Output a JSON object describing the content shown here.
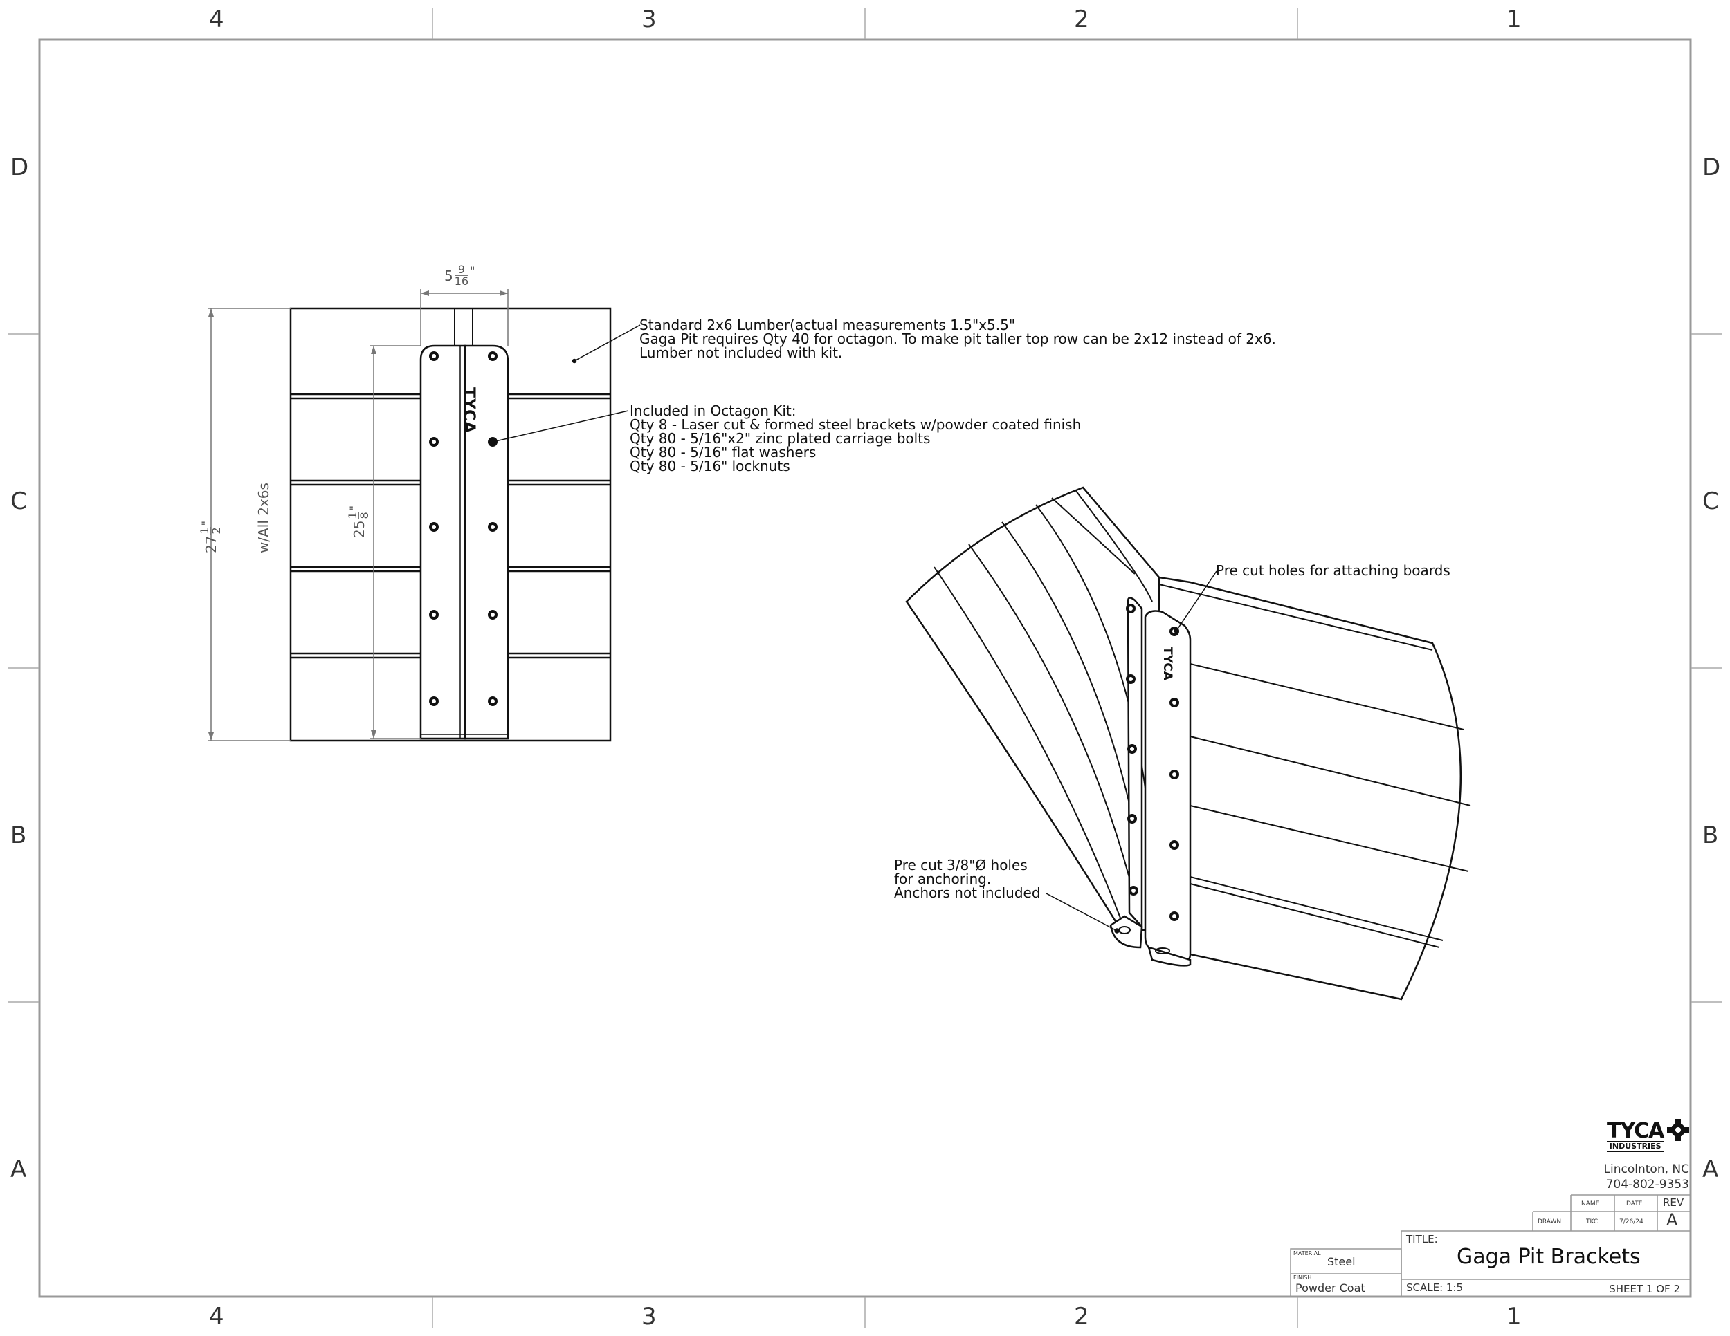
{
  "zones": {
    "columns": [
      "4",
      "3",
      "2",
      "1"
    ],
    "rows": [
      "D",
      "C",
      "B",
      "A"
    ]
  },
  "notes": {
    "lumber": {
      "line1": "Standard 2x6 Lumber(actual measurements 1.5\"x5.5\"",
      "line2": "Gaga Pit requires Qty 40 for octagon. To make pit taller top row can be 2x12 instead of 2x6.",
      "line3": "Lumber not included with kit."
    },
    "kit": {
      "line1": "Included in Octagon Kit:",
      "line2": "Qty 8 - Laser cut & formed steel brackets w/powder coated finish",
      "line3": "Qty 80 - 5/16\"x2\" zinc plated carriage bolts",
      "line4": "Qty 80 - 5/16\" flat washers",
      "line5": "Qty 80 - 5/16\" locknuts"
    },
    "holes": "Pre cut holes for attaching boards",
    "anchor": {
      "line1": "Pre cut 3/8\"Ø holes",
      "line2": "for anchoring.",
      "line3": "Anchors not included"
    }
  },
  "dimensions": {
    "width": {
      "whole": "5",
      "num": "9",
      "den": "16",
      "unit": "\""
    },
    "overall": {
      "whole": "27",
      "num": "1",
      "den": "2",
      "unit": "\"",
      "suffix": "w/All 2x6s"
    },
    "bracket": {
      "whole": "25",
      "num": "1",
      "den": "8",
      "unit": "\""
    }
  },
  "brand": {
    "logo_text": "TYCA",
    "logo_sub": "INDUSTRIES",
    "bracket_mark": "TYCA",
    "city": "Lincolnton, NC",
    "phone": "704-802-9353"
  },
  "title_block": {
    "name_header": "NAME",
    "date_header": "DATE",
    "rev_header": "REV",
    "drawn_label": "DRAWN",
    "drawn_name": "TKC",
    "drawn_date": "7/26/24",
    "rev": "A",
    "material_label": "MATERIAL",
    "material": "Steel",
    "finish_label": "FINISH",
    "finish": "Powder Coat",
    "title_label": "TITLE:",
    "title": "Gaga Pit Brackets",
    "scale": "SCALE: 1:5",
    "sheet": "SHEET 1 OF 2"
  }
}
